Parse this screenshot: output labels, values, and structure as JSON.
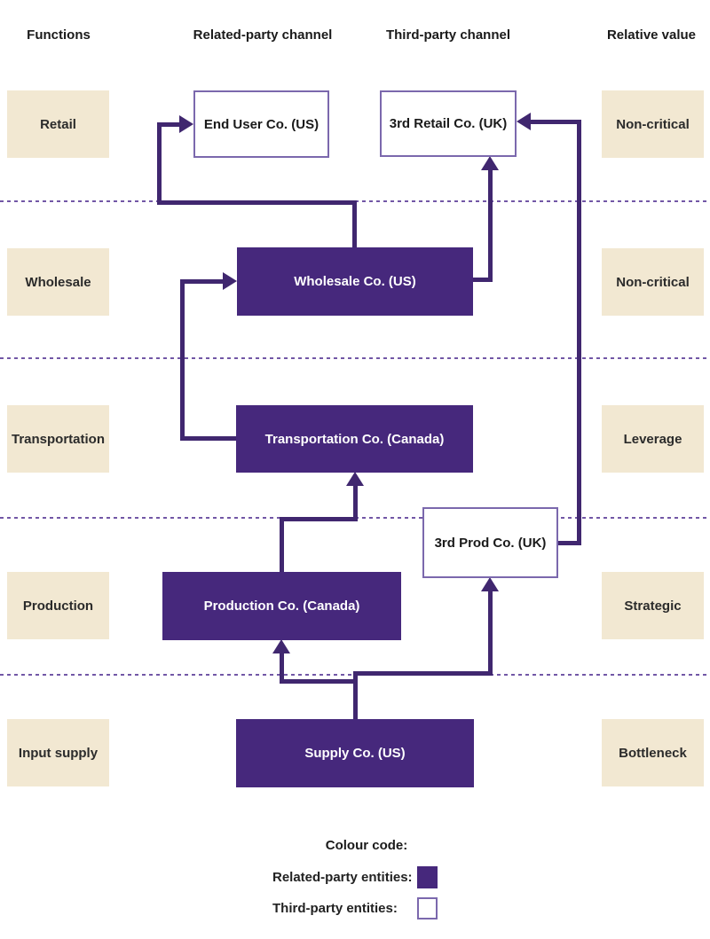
{
  "header": {
    "functions": "Functions",
    "related_channel": "Related-party channel",
    "third_channel": "Third-party channel",
    "relative_value": "Relative value"
  },
  "functions": {
    "items": [
      {
        "label": "Retail"
      },
      {
        "label": "Wholesale"
      },
      {
        "label": "Transportation"
      },
      {
        "label": "Production"
      },
      {
        "label": "Input supply"
      }
    ]
  },
  "values": {
    "items": [
      {
        "label": "Non-critical"
      },
      {
        "label": "Non-critical"
      },
      {
        "label": "Leverage"
      },
      {
        "label": "Strategic"
      },
      {
        "label": "Bottleneck"
      }
    ]
  },
  "entities": {
    "end_user": {
      "label": "End User Co. (US)",
      "type": "third-party"
    },
    "third_retail": {
      "label": "3rd Retail Co. (UK)",
      "type": "third-party"
    },
    "wholesale": {
      "label": "Wholesale Co. (US)",
      "type": "related-party"
    },
    "transportation": {
      "label": "Transportation Co. (Canada)",
      "type": "related-party"
    },
    "third_prod": {
      "label": "3rd Prod Co. (UK)",
      "type": "third-party"
    },
    "production": {
      "label": "Production Co. (Canada)",
      "type": "related-party"
    },
    "supply": {
      "label": "Supply Co. (US)",
      "type": "related-party"
    }
  },
  "legend": {
    "title": "Colour code:",
    "related_label": "Related-party entities:",
    "third_label": "Third-party entities:"
  },
  "colors": {
    "purple_dark": "#46287c",
    "purple_line": "#40276f",
    "purple_border": "#7b68ad",
    "dash_color": "#7257a6",
    "beige": "#f2e8d2"
  }
}
